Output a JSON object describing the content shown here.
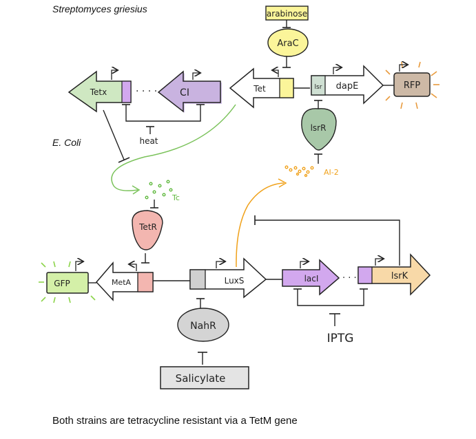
{
  "organisms": {
    "top": "Streptomyces griesius",
    "bottom": "E. Coli"
  },
  "note": "Both strains are tetracycline resistant via a TetM gene",
  "inputs": {
    "arabinose": "arabinose",
    "heat": "heat",
    "iptg": "IPTG",
    "salicylate": "Salicylate"
  },
  "proteins": {
    "arac": "AraC",
    "lsrr": "lsrR",
    "tetr": "TetR",
    "nahr": "NahR"
  },
  "genes": {
    "tetx": "Tetx",
    "ci": "CI",
    "tet": "Tet",
    "lsr_promoter": "lsr",
    "dape": "dapE",
    "rfp": "RFP",
    "gfp": "GFP",
    "meta": "MetA",
    "luxs": "LuxS",
    "laci": "lacI",
    "lsrk": "lsrK"
  },
  "molecules": {
    "ai2": "AI-2",
    "tc": "Tc"
  },
  "colors": {
    "tetx": "#cfe8c2",
    "ci": "#c9b3e0",
    "tet_promoter": "#fbf59a",
    "lsr_promoter": "#cfe0d3",
    "rfp": "#cdb9a6",
    "arac": "#fbf59a",
    "arabinose": "#fbf59a",
    "lsrr": "#a8c8a8",
    "tetr": "#f3b6b0",
    "gfp": "#d4f0a8",
    "meta_promoter": "#f3b6b0",
    "luxs_promoter": "#d0d0d0",
    "laci": "#d2a8ee",
    "lsrk": "#f8d9a8",
    "nahr": "#d4d4d4",
    "salicylate": "#e4e4e4",
    "tc_dots": "#5fb83e",
    "ai2_dots": "#f0a21c",
    "tc_arrow": "#7ac25a",
    "ai2_arrow": "#f0a21c",
    "glow_red": "#e89a3c",
    "glow_green": "#8cd44a"
  }
}
